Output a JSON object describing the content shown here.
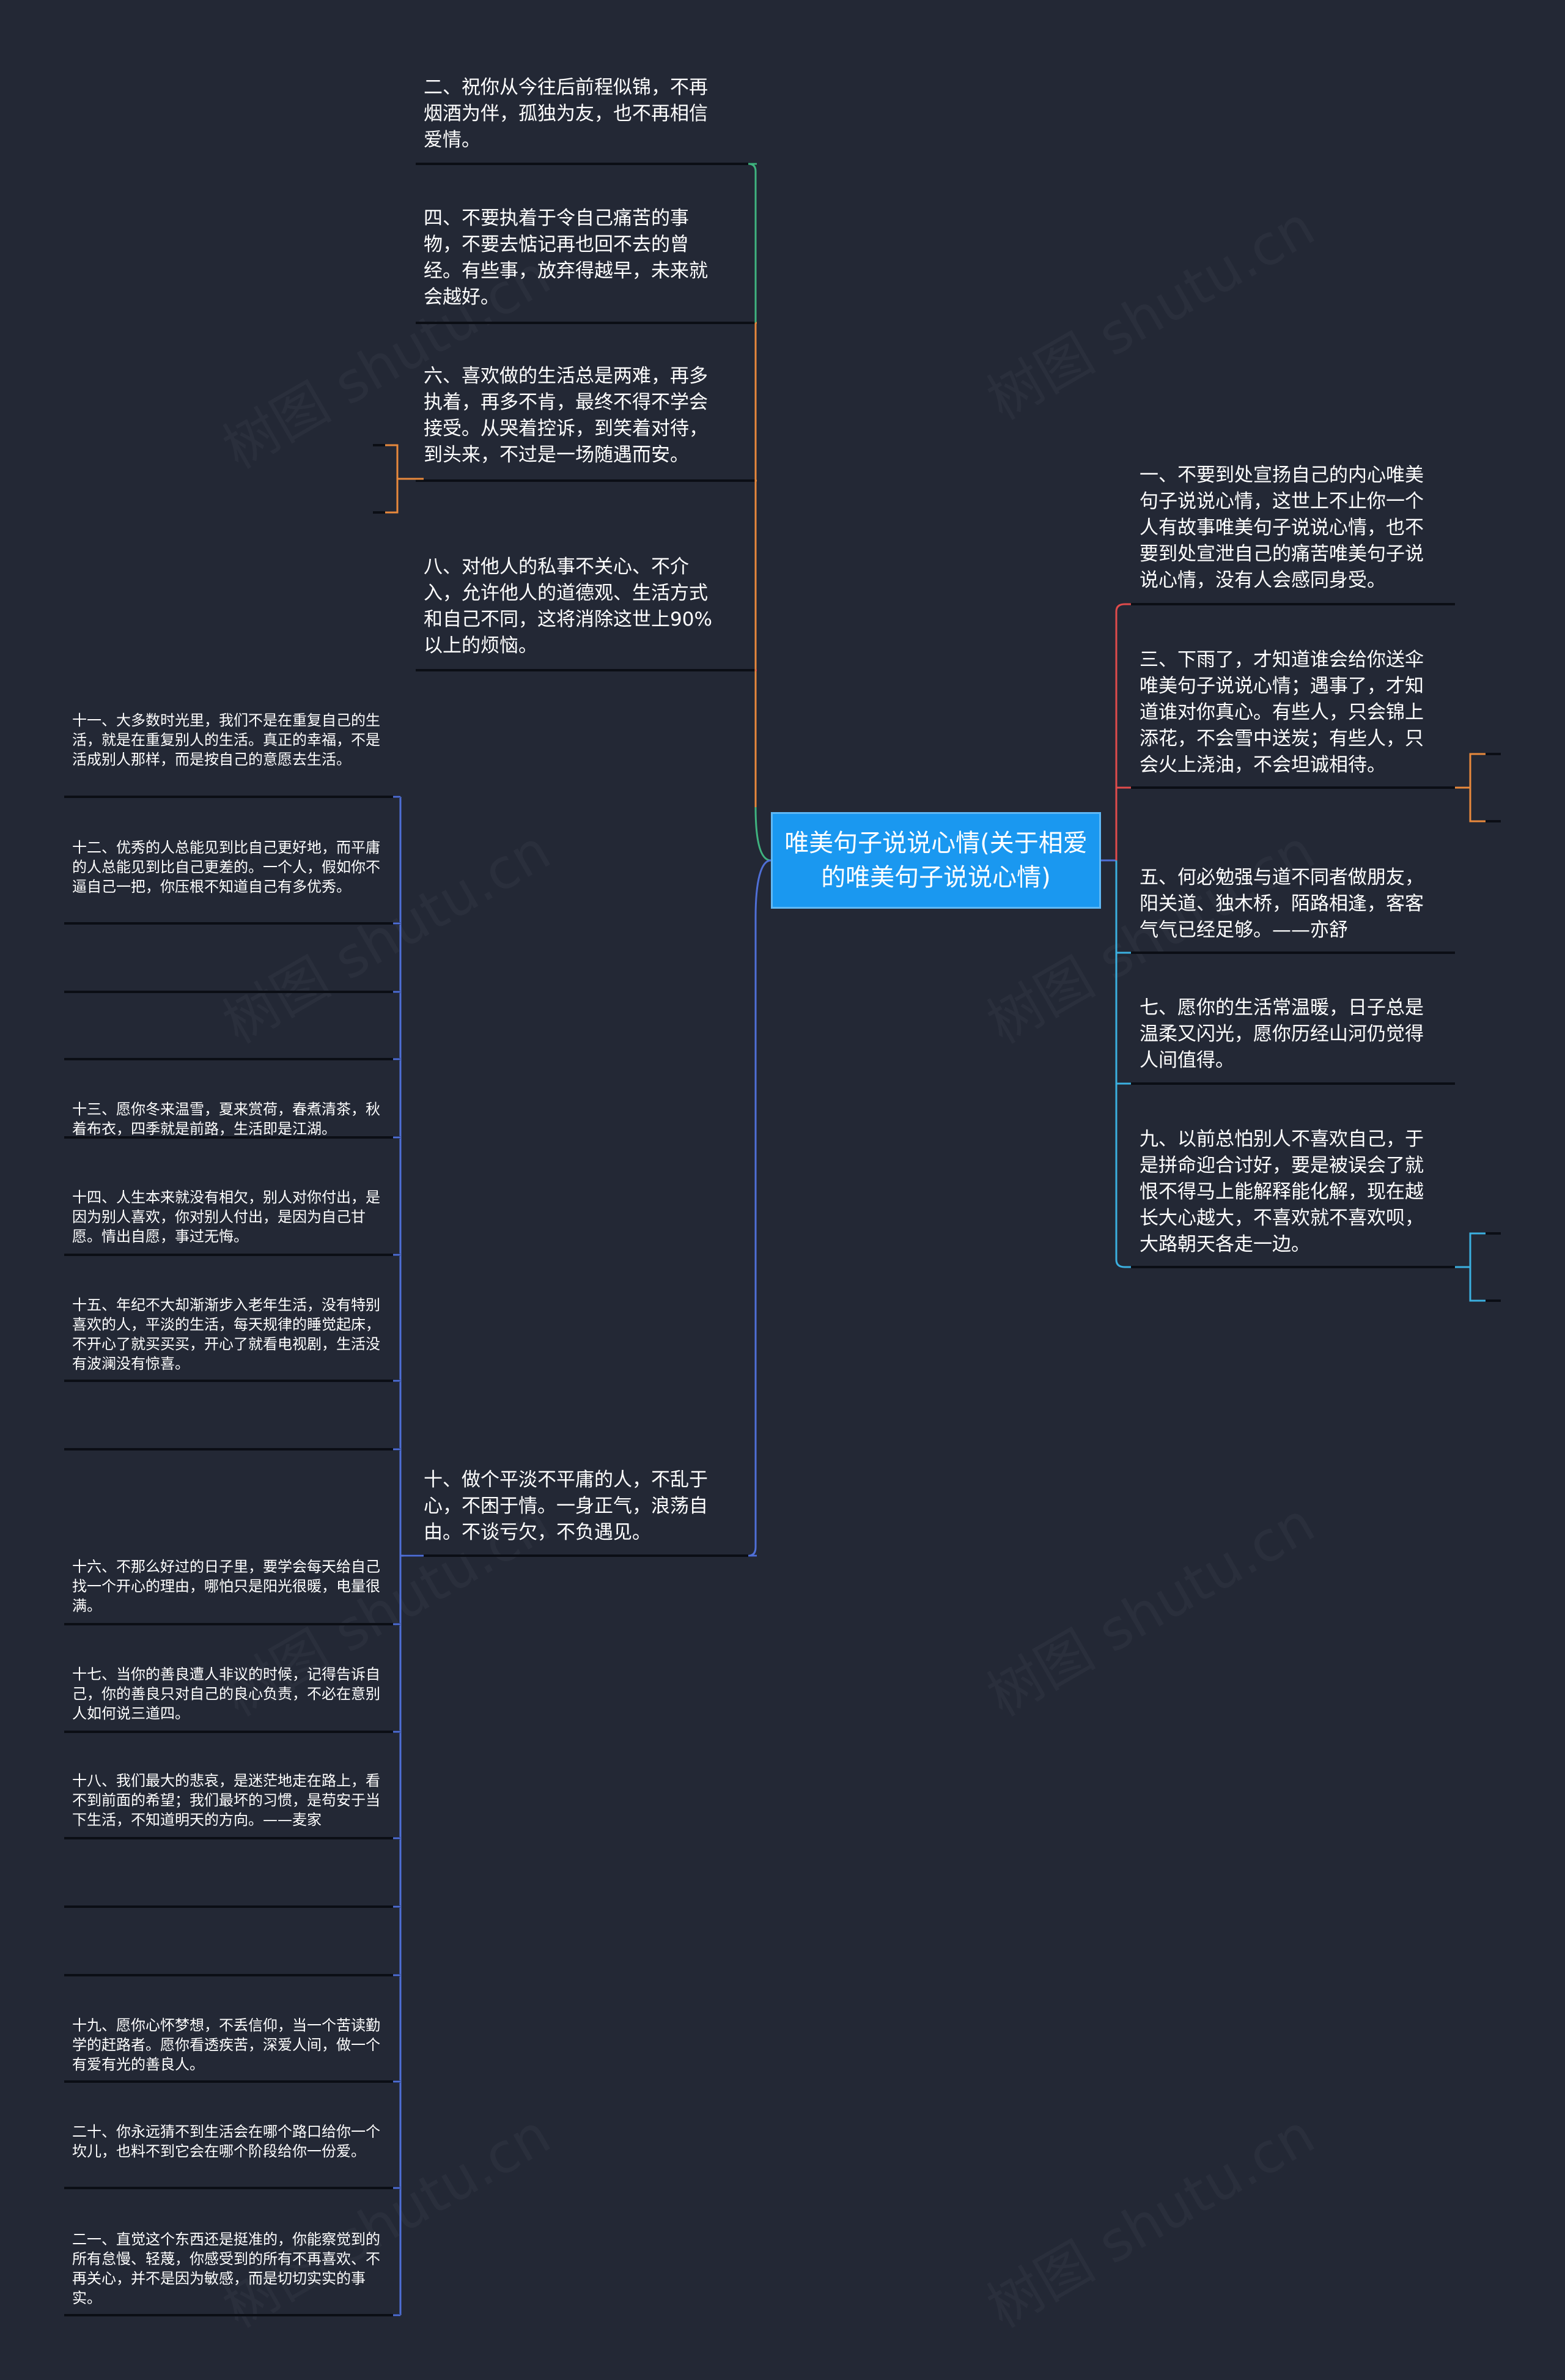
{
  "center": "唯美句子说说心情(关于相爱的唯美句子说说心情)",
  "watermark": "树图 shutu.cn",
  "colors": {
    "background": "#232835",
    "center_fill": "#1a98f0",
    "branch_green": "#3fb37f",
    "branch_orange": "#e8893c",
    "branch_blue": "#4f6fd6",
    "branch_red": "#e04b4b",
    "branch_cyan": "#3bb0e0"
  },
  "left_top": [
    "二、祝你从今往后前程似锦，不再烟酒为伴，孤独为友，也不再相信爱情。",
    "四、不要执着于令自己痛苦的事物，不要去惦记再也回不去的曾经。有些事，放弃得越早，未来就会越好。",
    "六、喜欢做的生活总是两难，再多执着，再多不肯，最终不得不学会接受。从哭着控诉，到笑着对待，到头来，不过是一场随遇而安。",
    "八、对他人的私事不关心、不介入，允许他人的道德观、生活方式和自己不同，这将消除这世上90%以上的烦恼。",
    "十、做个平淡不平庸的人，不乱于心，不困于情。一身正气，浪荡自由。不谈亏欠，不负遇见。"
  ],
  "left_sub": [
    "十一、大多数时光里，我们不是在重复自己的生活，就是在重复别人的生活。真正的幸福，不是活成别人那样，而是按自己的意愿去生活。",
    "十二、优秀的人总能见到比自己更好地，而平庸的人总能见到比自己更差的。一个人，假如你不逼自己一把，你压根不知道自己有多优秀。",
    "十三、愿你冬来温雪，夏来赏荷，春煮清茶，秋着布衣，四季就是前路，生活即是江湖。",
    "十四、人生本来就没有相欠，别人对你付出，是因为别人喜欢，你对别人付出，是因为自己甘愿。情出自愿，事过无悔。",
    "十五、年纪不大却渐渐步入老年生活，没有特别喜欢的人，平淡的生活，每天规律的睡觉起床，不开心了就买买买，开心了就看电视剧，生活没有波澜没有惊喜。",
    "十六、不那么好过的日子里，要学会每天给自己找一个开心的理由，哪怕只是阳光很暖，电量很满。",
    "十七、当你的善良遭人非议的时候，记得告诉自己，你的善良只对自己的良心负责，不必在意别人如何说三道四。",
    "十八、我们最大的悲哀，是迷茫地走在路上，看不到前面的希望；我们最坏的习惯，是苟安于当下生活，不知道明天的方向。——麦家",
    "十九、愿你心怀梦想，不丢信仰，当一个苦读勤学的赶路者。愿你看透疾苦，深爱人间，做一个有爱有光的善良人。",
    "二十、你永远猜不到生活会在哪个路口给你一个坎儿，也料不到它会在哪个阶段给你一份爱。",
    "二一、直觉这个东西还是挺准的，你能察觉到的所有怠慢、轻蔑，你感受到的所有不再喜欢、不再关心，并不是因为敏感，而是切切实实的事实。"
  ],
  "right": [
    "一、不要到处宣扬自己的内心唯美句子说说心情，这世上不止你一个人有故事唯美句子说说心情，也不要到处宣泄自己的痛苦唯美句子说说心情，没有人会感同身受。",
    "三、下雨了，才知道谁会给你送伞唯美句子说说心情；遇事了，才知道谁对你真心。有些人，只会锦上添花，不会雪中送炭；有些人，只会火上浇油，不会坦诚相待。",
    "五、何必勉强与道不同者做朋友，阳关道、独木桥，陌路相逢，客客气气已经足够。——亦舒",
    "七、愿你的生活常温暖，日子总是温柔又闪光，愿你历经山河仍觉得人间值得。",
    "九、以前总怕别人不喜欢自己，于是拼命迎合讨好，要是被误会了就恨不得马上能解释能化解，现在越长大心越大，不喜欢就不喜欢呗，大路朝天各走一边。"
  ]
}
